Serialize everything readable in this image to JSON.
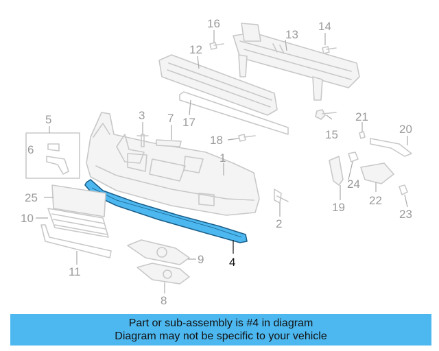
{
  "callouts": {
    "c1": "1",
    "c2": "2",
    "c3": "3",
    "c4": "4",
    "c5": "5",
    "c6": "6",
    "c7": "7",
    "c8": "8",
    "c9": "9",
    "c10": "10",
    "c11": "11",
    "c12": "12",
    "c13": "13",
    "c14": "14",
    "c15": "15",
    "c16": "16",
    "c17": "17",
    "c18": "18",
    "c19": "19",
    "c20": "20",
    "c21": "21",
    "c22": "22",
    "c23": "23",
    "c24": "24",
    "c25": "25"
  },
  "highlight": {
    "part": "4",
    "color": "#4db8f0"
  },
  "banner": {
    "line1": "Part or sub-assembly is #4 in diagram",
    "line2": "Diagram may not be specific to your vehicle",
    "background": "#4db8f0"
  }
}
